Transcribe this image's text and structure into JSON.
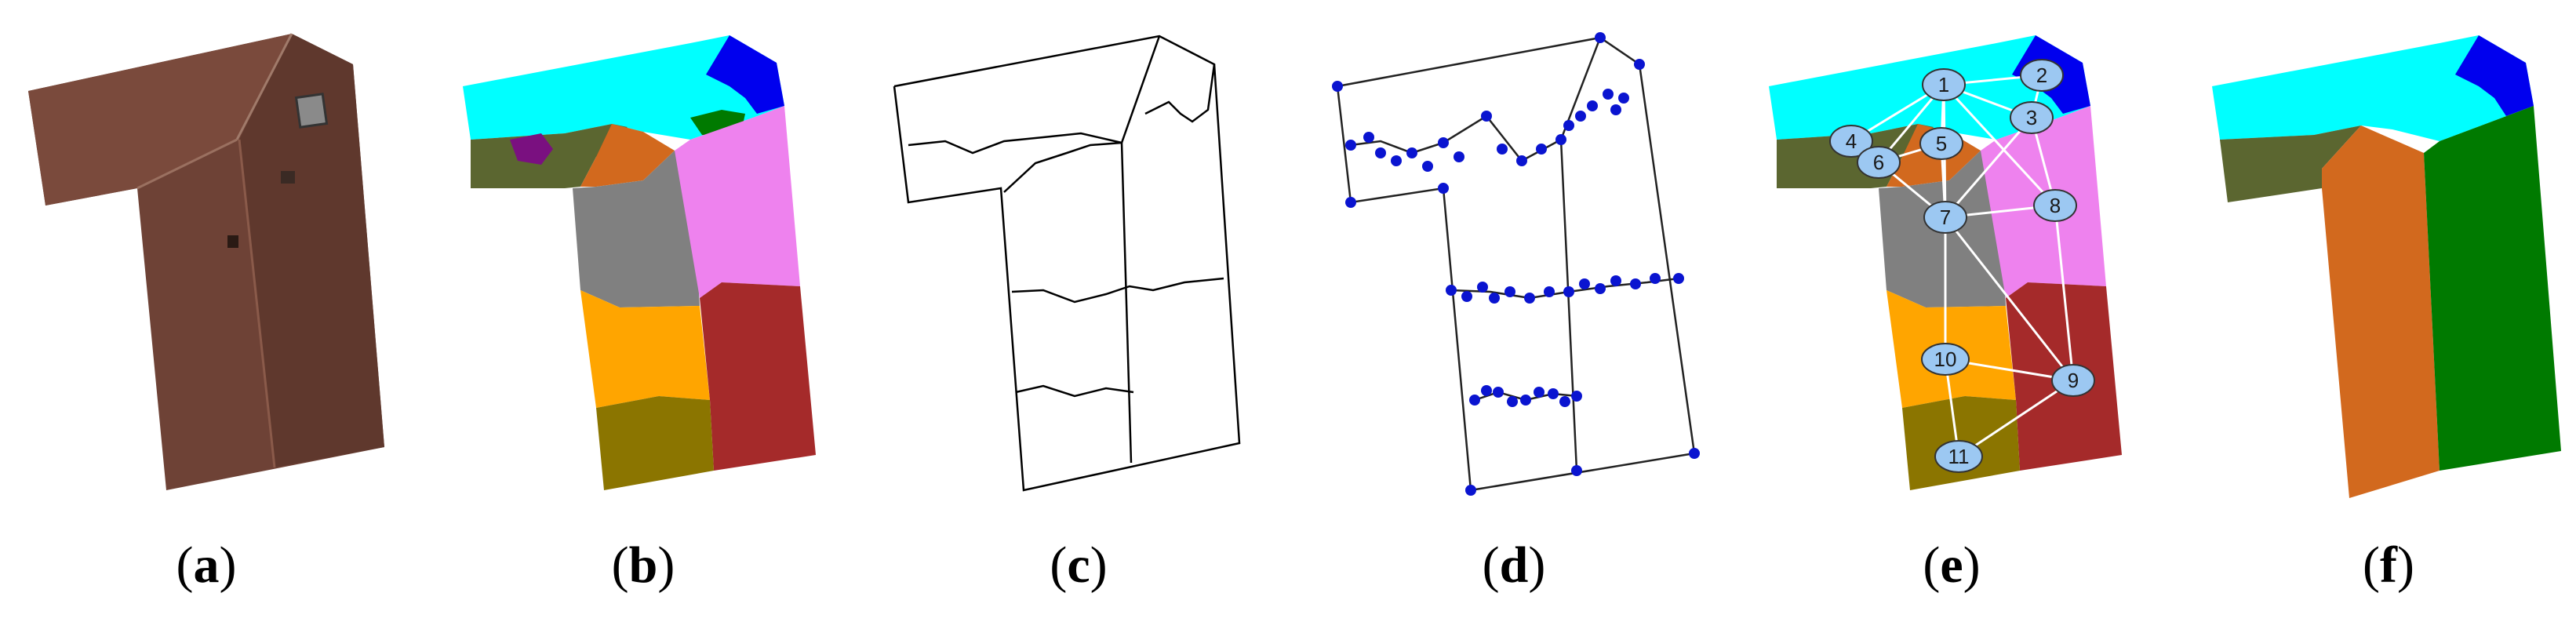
{
  "panels": [
    {
      "id": "a",
      "label": "a"
    },
    {
      "id": "b",
      "label": "b"
    },
    {
      "id": "c",
      "label": "c"
    },
    {
      "id": "d",
      "label": "d"
    },
    {
      "id": "e",
      "label": "e"
    },
    {
      "id": "f",
      "label": "f"
    }
  ],
  "graph_nodes": [
    "1",
    "2",
    "3",
    "4",
    "5",
    "6",
    "7",
    "8",
    "9",
    "10",
    "11"
  ],
  "colors": {
    "roof_brown": "#6b3f33",
    "cyan": "#00ffff",
    "blue": "#0000ee",
    "green": "#007a00",
    "olive": "#5b6630",
    "purple": "#7a1080",
    "orange": "#d2691e",
    "gray": "#808080",
    "pink": "#ee82ee",
    "amber": "#ffa500",
    "dark_red": "#a52a2a",
    "dark_olive": "#8b7500",
    "node_fill": "#9cc8f2",
    "point_blue": "#0a14d0"
  }
}
